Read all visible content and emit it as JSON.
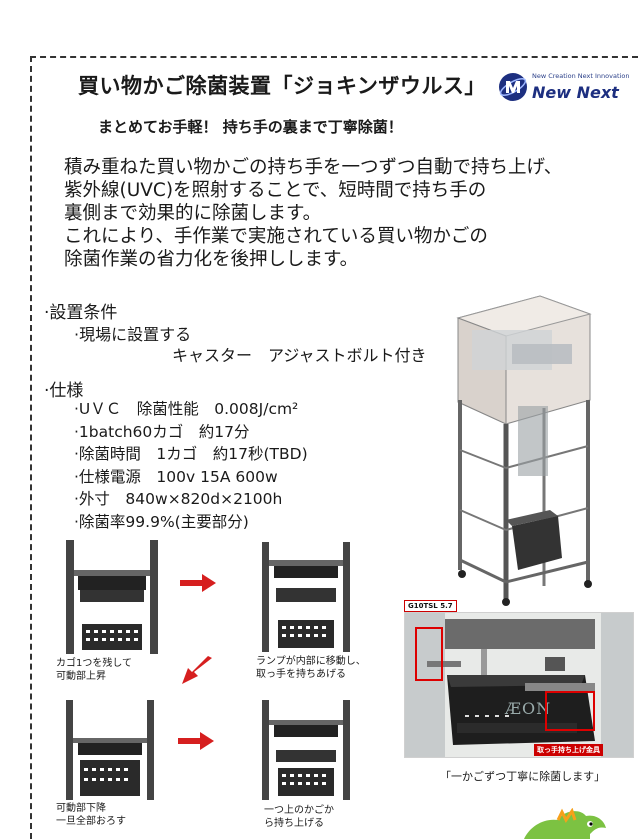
{
  "header": {
    "title": "買い物かご除菌装置「ジョキンザウルス」",
    "subtitle": "まとめてお手軽！ 持ち手の裏まで丁寧除菌！"
  },
  "logo": {
    "tagline": "New Creation  Next Innovation",
    "name": "New Next"
  },
  "intro": [
    "積み重ねた買い物かごの持ち手を一つずつ自動で持ち上げ、",
    "紫外線(UVC)を照射することで、短時間で持ち手の",
    "裏側まで効果的に除菌します。",
    "これにより、手作業で実施されている買い物かごの",
    "除菌作業の省力化を後押しします。"
  ],
  "installation": {
    "heading": "·設置条件",
    "line1": "·現場に設置する",
    "line2": "キャスター　アジャストボルト付き"
  },
  "specs": {
    "heading": "·仕様",
    "items": [
      "·UＶＣ　除菌性能　0.008J/cm²",
      "·1batch60カゴ　約17分",
      "·除菌時間　1カゴ　約17秒(TBD)",
      "·仕様電源　100v 15A 600w",
      "·外寸　840w×820d×2100h",
      "·除菌率99.9%(主要部分)"
    ]
  },
  "steps": [
    {
      "caption_1": "カゴ1つを残して",
      "caption_2": "可動部上昇"
    },
    {
      "caption_1": "ランプが内部に移動し、",
      "caption_2": "取っ手を持ちあげる"
    },
    {
      "caption_1": "可動部下降",
      "caption_2": "一旦全部おろす"
    },
    {
      "caption_1": "一つ上のかごか",
      "caption_2": "ら持ち上げる"
    }
  ],
  "photo_labels": {
    "lamp": "G10TSL 5.7",
    "basket_brand": "ÆON",
    "lift_hardware": "取っ手持ち上げ金具",
    "caption": "「一かごずつ丁寧に除菌します」"
  },
  "colors": {
    "arrow": "#d61f1f",
    "logo": "#1d2f80",
    "label_red": "#cc0000"
  }
}
